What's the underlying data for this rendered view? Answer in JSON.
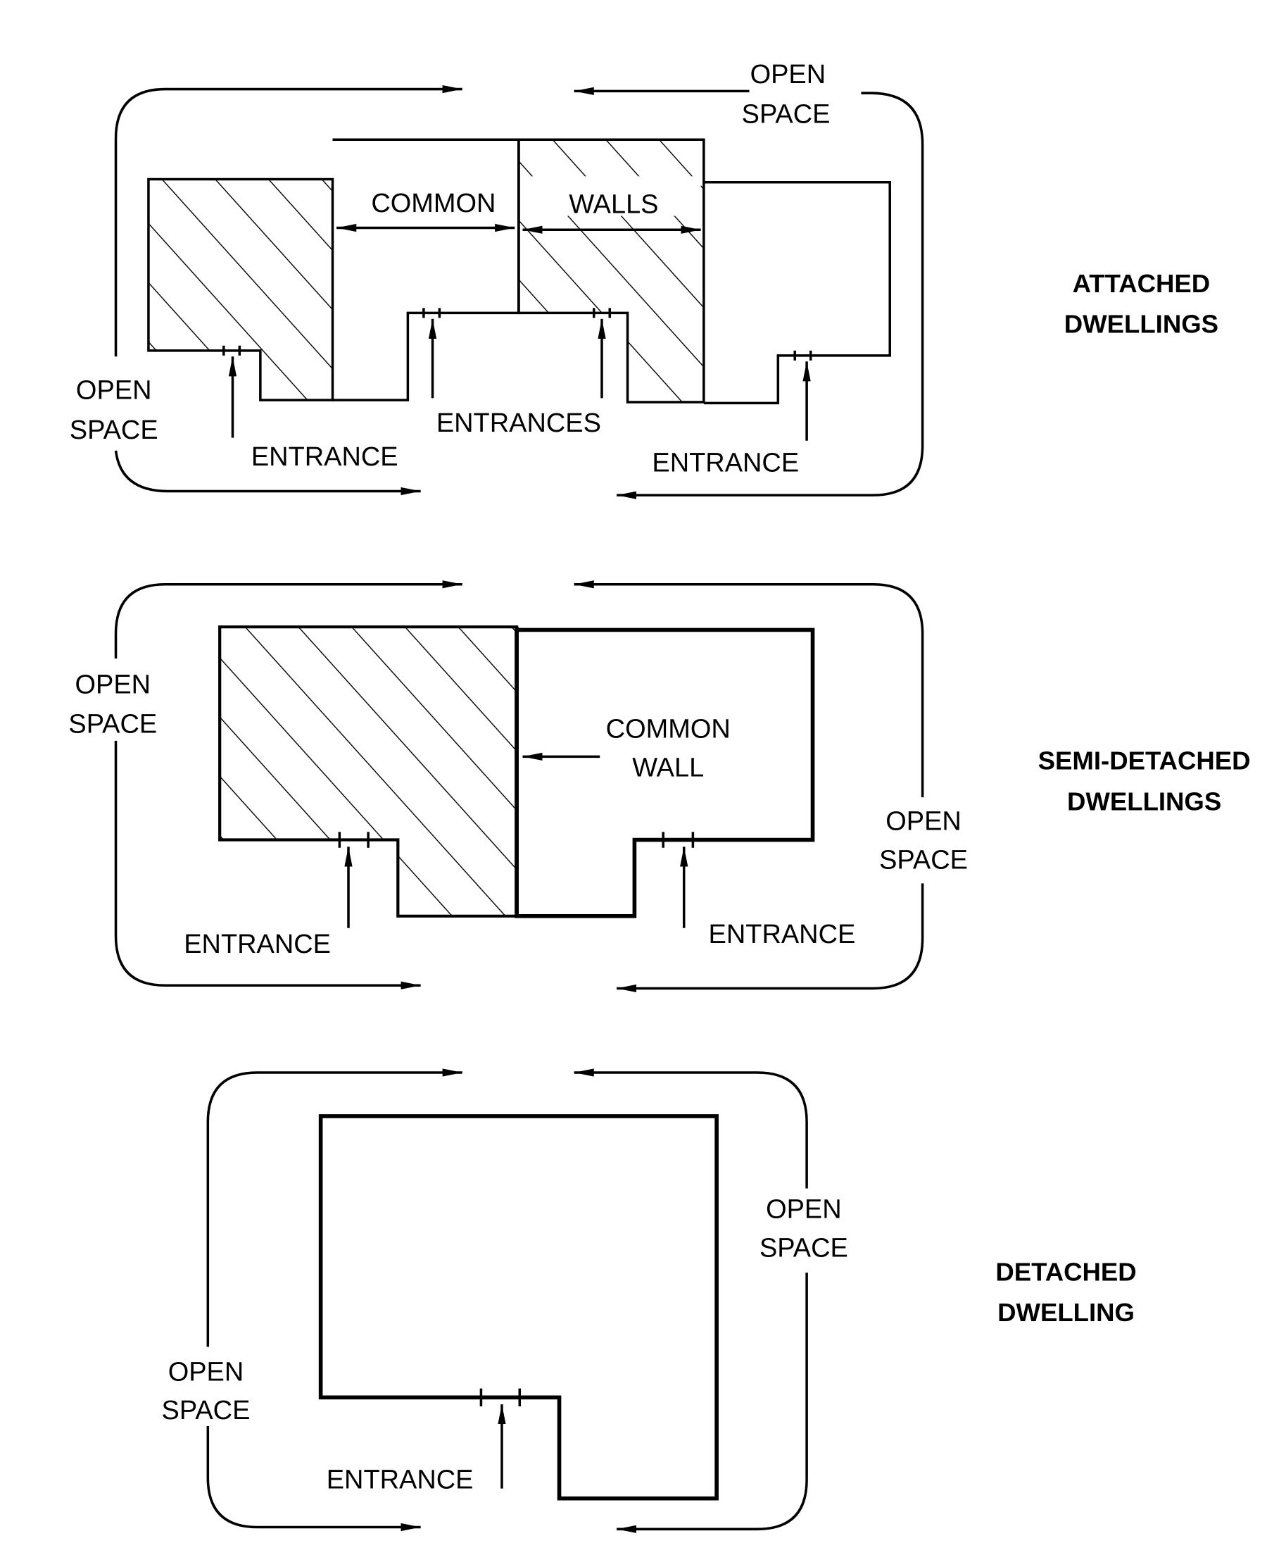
{
  "diagrams": [
    {
      "title": [
        "ATTACHED",
        "DWELLINGS"
      ],
      "labels": {
        "open_space_top": [
          "OPEN",
          "SPACE"
        ],
        "open_space_left": [
          "OPEN",
          "SPACE"
        ],
        "common": "COMMON",
        "walls": "WALLS",
        "entrances": "ENTRANCES",
        "entrance_left": "ENTRANCE",
        "entrance_right": "ENTRANCE"
      }
    },
    {
      "title": [
        "SEMI-DETACHED",
        "DWELLINGS"
      ],
      "labels": {
        "open_space_left": [
          "OPEN",
          "SPACE"
        ],
        "open_space_right": [
          "OPEN",
          "SPACE"
        ],
        "common_wall": [
          "COMMON",
          "WALL"
        ],
        "entrance_left": "ENTRANCE",
        "entrance_right": "ENTRANCE"
      }
    },
    {
      "title": [
        "DETACHED",
        "DWELLING"
      ],
      "labels": {
        "open_space_right": [
          "OPEN",
          "SPACE"
        ],
        "open_space_left": [
          "OPEN",
          "SPACE"
        ],
        "entrance": "ENTRANCE"
      }
    }
  ]
}
